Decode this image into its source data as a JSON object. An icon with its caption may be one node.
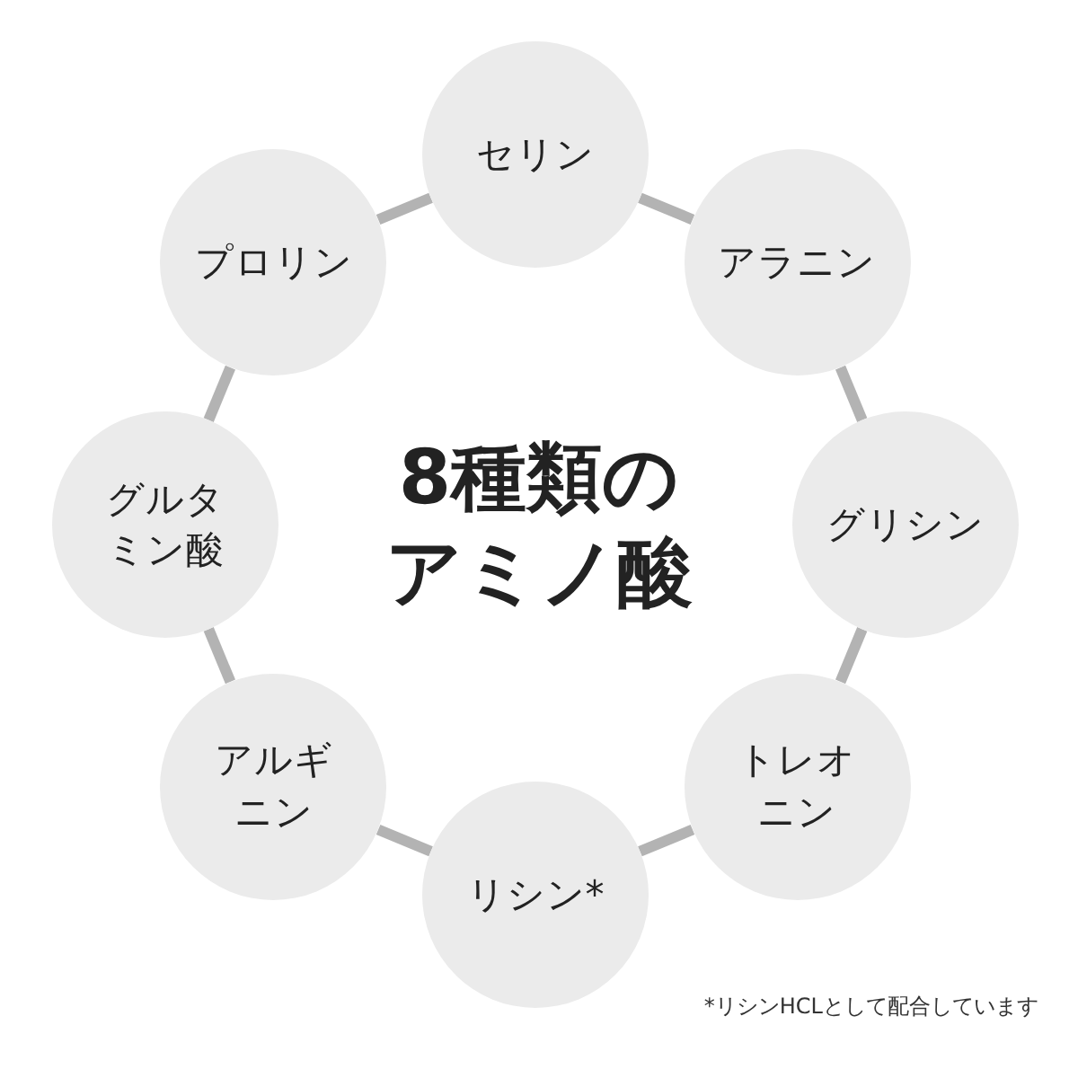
{
  "diagram": {
    "title": "8種類のアミノ酸",
    "caption": "*リシンHCLとして配合しています",
    "nodes": [
      {
        "text": [
          "セリン"
        ]
      },
      {
        "text": [
          "アラニン"
        ]
      },
      {
        "text": [
          "グリシン"
        ]
      },
      {
        "text": [
          "トレオニン"
        ]
      },
      {
        "text": [
          "リシン*"
        ]
      },
      {
        "text": [
          "アルギニン"
        ]
      },
      {
        "text": [
          "グルタミン酸"
        ]
      },
      {
        "text": [
          "プロリン"
        ]
      }
    ],
    "edges": [
      {
        "from": 0,
        "to": 1,
        "arrow": "none"
      },
      {
        "from": 1,
        "to": 2,
        "arrow": "none"
      },
      {
        "from": 2,
        "to": 3,
        "arrow": "none"
      },
      {
        "from": 3,
        "to": 4,
        "arrow": "none"
      },
      {
        "from": 4,
        "to": 5,
        "arrow": "none"
      },
      {
        "from": 5,
        "to": 6,
        "arrow": "none"
      },
      {
        "from": 6,
        "to": 7,
        "arrow": "none"
      },
      {
        "from": 7,
        "to": 0,
        "arrow": "none"
      }
    ]
  }
}
